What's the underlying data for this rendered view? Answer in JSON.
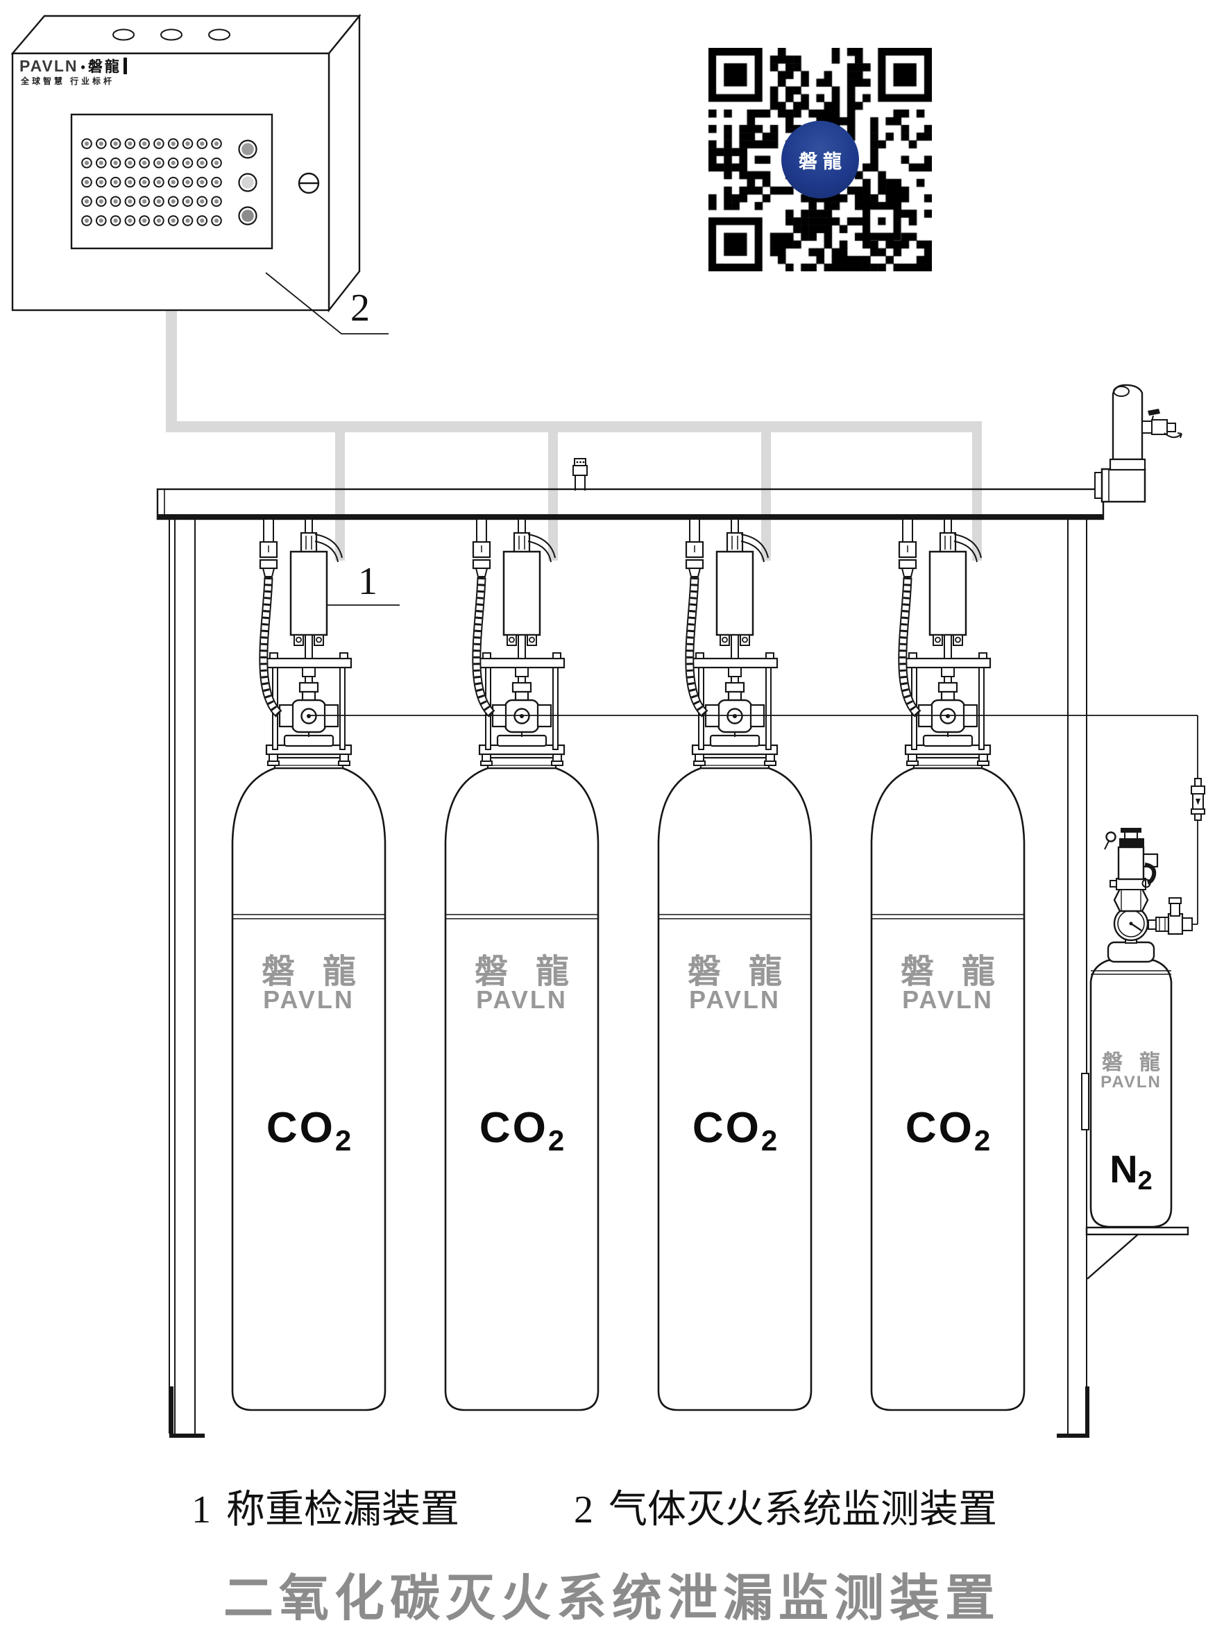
{
  "control_panel": {
    "brand_latin": "PAVLN",
    "brand_sep": "•",
    "brand_cjk": "磐龍",
    "tagline": "全球智慧 行业标杆"
  },
  "qr": {
    "center_label": "磐龍"
  },
  "callouts": {
    "weighing_device": "1",
    "monitor_device": "2"
  },
  "cylinders": {
    "brand_cjk": "磐龍",
    "brand_latin": "PAVLN",
    "co2": {
      "main": "CO",
      "sub": "2"
    },
    "n2": {
      "main": "N",
      "sub": "2"
    }
  },
  "legend": [
    {
      "num": "1",
      "label": "称重检漏装置"
    },
    {
      "num": "2",
      "label": "气体灭火系统监测装置"
    }
  ],
  "title": "二氧化碳灭火系统泄漏监测装置",
  "colors": {
    "line": "#161616",
    "cable_gray": "#d9d9d9",
    "brand_gray": "#989898",
    "title_gray": "#8c8c8c",
    "qr_blue": "#1f3a8c"
  }
}
